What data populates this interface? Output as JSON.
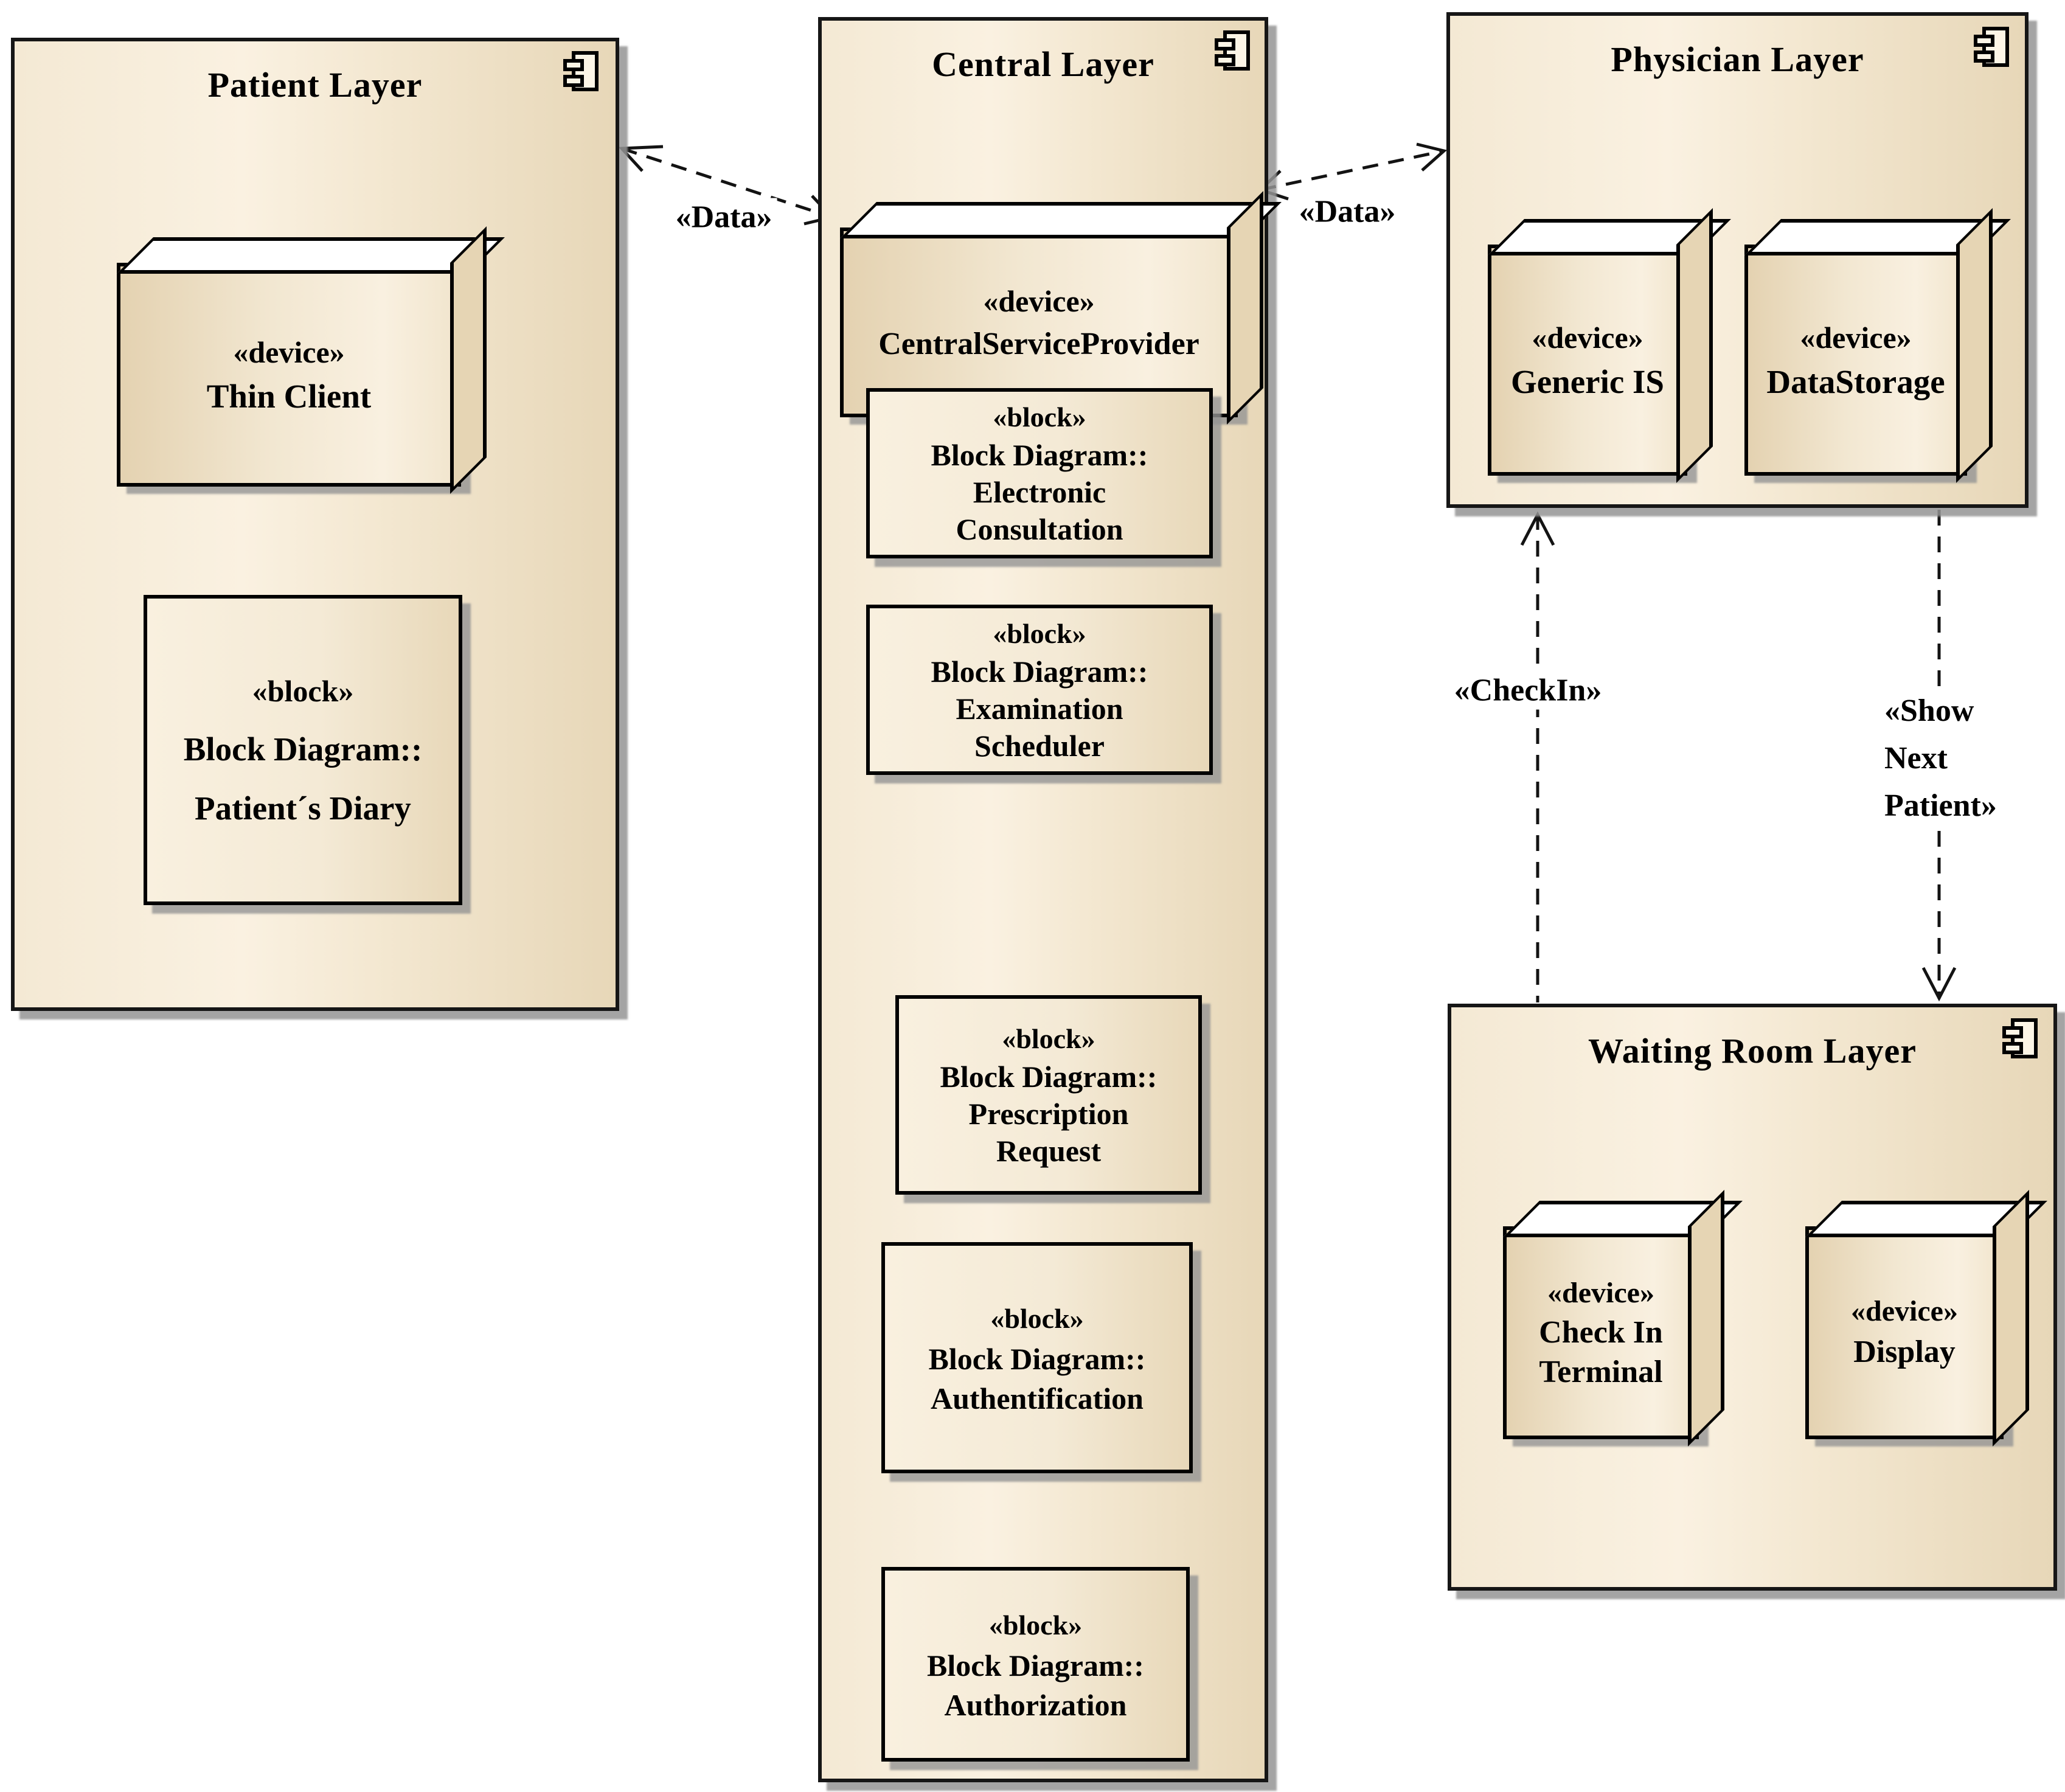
{
  "diagram": {
    "type": "uml-deployment-diagram",
    "colors": {
      "background": "#ffffff",
      "package_fill_light": "#faf1e1",
      "package_fill_dark": "#e7d7b8",
      "node_fill_light": "#f9f0e0",
      "node_fill_dark": "#e4d2b1",
      "box_top_face": "#ffffff",
      "box_side_face": "#e6d5b4",
      "border": "#000000",
      "shadow": "#949494",
      "text": "#000000"
    }
  },
  "packages": {
    "patient": {
      "title": "Patient Layer",
      "icon": "uml-component-icon"
    },
    "central": {
      "title": "Central Layer",
      "icon": "uml-component-icon"
    },
    "physician": {
      "title": "Physician Layer",
      "icon": "uml-component-icon"
    },
    "waiting_room": {
      "title": "Waiting Room Layer",
      "icon": "uml-component-icon"
    }
  },
  "nodes": {
    "thin_client": {
      "stereotype": "«device»",
      "name": "Thin Client"
    },
    "patients_diary": {
      "stereotype": "«block»",
      "name": "Block Diagram::\nPatient´s Diary"
    },
    "central_service_provider": {
      "stereotype": "«device»",
      "name": "CentralServiceProvider"
    },
    "electronic_consultation": {
      "stereotype": "«block»",
      "name": "Block Diagram::\nElectronic\nConsultation"
    },
    "examination_scheduler": {
      "stereotype": "«block»",
      "name": "Block Diagram::\nExamination\nScheduler"
    },
    "prescription_request": {
      "stereotype": "«block»",
      "name": "Block Diagram::\nPrescription\nRequest"
    },
    "authentification": {
      "stereotype": "«block»",
      "name": "Block Diagram::\nAuthentification"
    },
    "authorization": {
      "stereotype": "«block»",
      "name": "Block Diagram::\nAuthorization"
    },
    "generic_is": {
      "stereotype": "«device»",
      "name": "Generic IS"
    },
    "data_storage": {
      "stereotype": "«device»",
      "name": "DataStorage"
    },
    "check_in_terminal": {
      "stereotype": "«device»",
      "name": "Check In\nTerminal"
    },
    "display": {
      "stereotype": "«device»",
      "name": "Display"
    }
  },
  "connectors": {
    "data_left": {
      "label": "«Data»",
      "style": "dashed",
      "arrows": "both ends"
    },
    "data_right": {
      "label": "«Data»",
      "style": "dashed",
      "arrows": "both ends"
    },
    "check_in": {
      "label": "«CheckIn»",
      "style": "dashed",
      "arrows": "to physician layer"
    },
    "show_next_patient": {
      "label": "«Show\nNext\nPatient»",
      "style": "dashed",
      "arrows": "to waiting room layer"
    }
  }
}
